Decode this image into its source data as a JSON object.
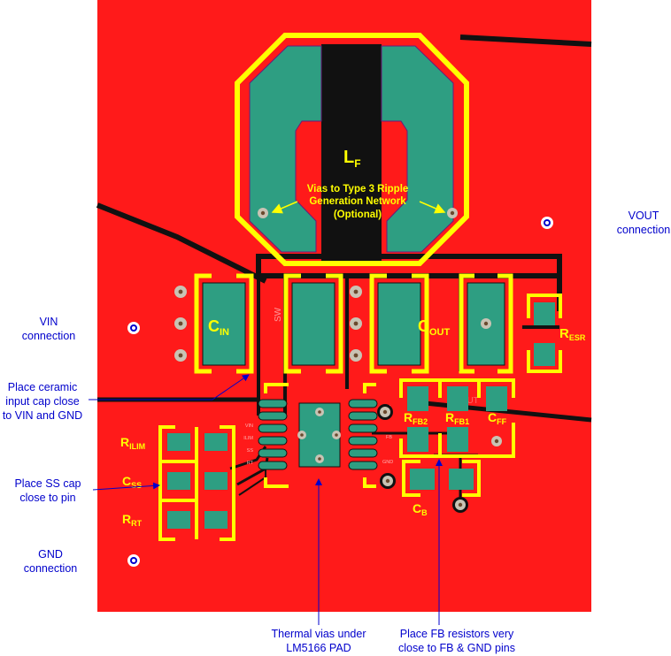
{
  "colors": {
    "board": "#ff1a1a",
    "copper_pad": "#2e9e82",
    "silkscreen": "#ffff00",
    "trace": "#111111",
    "annotation": "#0000cc",
    "via": "#c9c3b4"
  },
  "components": {
    "inductor": {
      "main": "L",
      "sub": "F"
    },
    "cin": {
      "main": "C",
      "sub": "IN"
    },
    "cout": {
      "main": "C",
      "sub": "OUT"
    },
    "resr": {
      "main": "R",
      "sub": "ESR"
    },
    "rfb2": {
      "main": "R",
      "sub": "FB2"
    },
    "rfb1": {
      "main": "R",
      "sub": "FB1"
    },
    "cff": {
      "main": "C",
      "sub": "FF"
    },
    "cb": {
      "main": "C",
      "sub": "B"
    },
    "rilim": {
      "main": "R",
      "sub": "ILIM"
    },
    "css": {
      "main": "C",
      "sub": "SS"
    },
    "rrt": {
      "main": "R",
      "sub": "RT"
    }
  },
  "silkscreen": {
    "sw": "SW",
    "vout_tag": "VOUT",
    "pins_left": [
      "VIN",
      "ILIM",
      "SS",
      "RT"
    ],
    "pins_right": [
      "SW",
      "FB",
      "GND"
    ]
  },
  "board_note": {
    "line1": "Vias to Type 3 Ripple",
    "line2": "Generation Network",
    "line3": "(Optional)"
  },
  "annotations": {
    "vout": [
      "VOUT",
      "connection"
    ],
    "vin": [
      "VIN",
      "connection"
    ],
    "cin_note": [
      "Place ceramic",
      "input cap close",
      "to VIN and GND"
    ],
    "ss_note": [
      "Place SS cap",
      "close to pin"
    ],
    "gnd": [
      "GND",
      "connection"
    ],
    "thermal": [
      "Thermal vias under",
      "LM5166 PAD"
    ],
    "fb_note": [
      "Place FB resistors very",
      "close to FB & GND pins"
    ]
  }
}
